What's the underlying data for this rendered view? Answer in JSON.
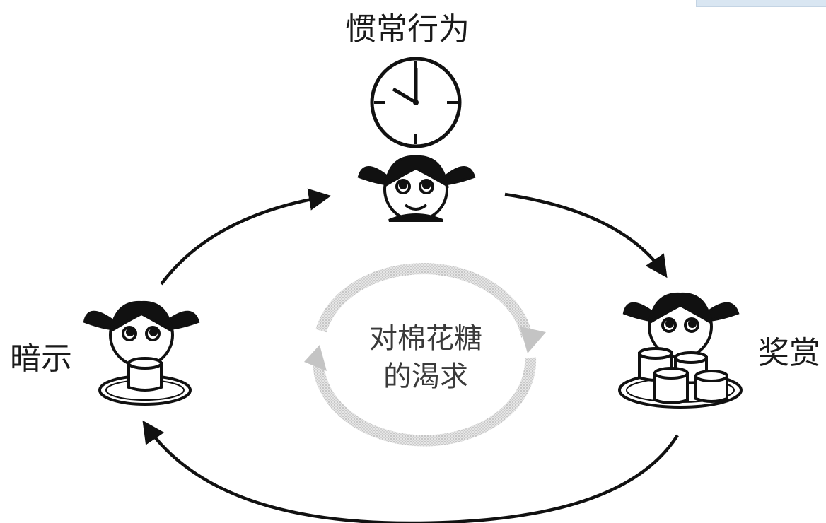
{
  "diagram": {
    "top_label": "惯常行为",
    "left_label": "暗示",
    "right_label": "奖赏",
    "center_line1": "对棉花糖",
    "center_line2": "的渴求"
  },
  "icons": {
    "clock": "clock-icon",
    "figure_top": "girl-smiling-icon",
    "figure_left": "girl-with-one-marshmallow-icon",
    "figure_right": "girl-with-many-marshmallows-icon"
  },
  "colors": {
    "ink": "#111111",
    "center_ring": "#c8c8c8",
    "center_text": "#3a3a3a"
  }
}
